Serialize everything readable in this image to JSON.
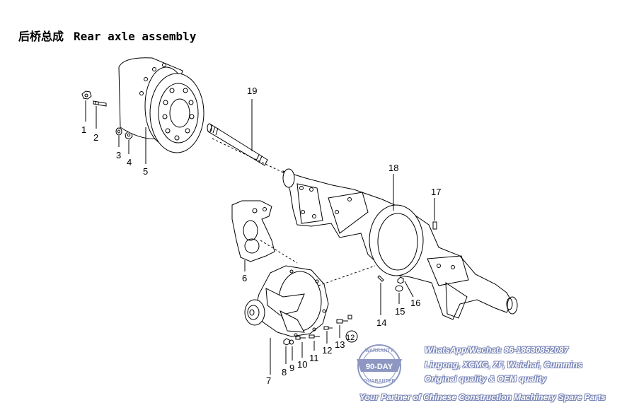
{
  "title": {
    "zh": "后桥总成",
    "en": "Rear axle assembly"
  },
  "part_labels": [
    "1",
    "2",
    "3",
    "4",
    "5",
    "6",
    "7",
    "8",
    "9",
    "10",
    "11",
    "12",
    "13",
    "14",
    "15",
    "16",
    "17",
    "18",
    "19"
  ],
  "watermark": {
    "badge_top": "WARRANTY",
    "badge_main": "90-DAY",
    "badge_bottom": "GUARANTEE",
    "line1": "WhatsApp/Wechat: 86-18630852087",
    "line2": "Liugong, XCMG, ZF, Weichai, Cummins",
    "line3": "Original quality & OEM quality",
    "line4": "Your Partner of Chinese Construction Machinery Spare Parts",
    "color": "#7a86b8"
  }
}
